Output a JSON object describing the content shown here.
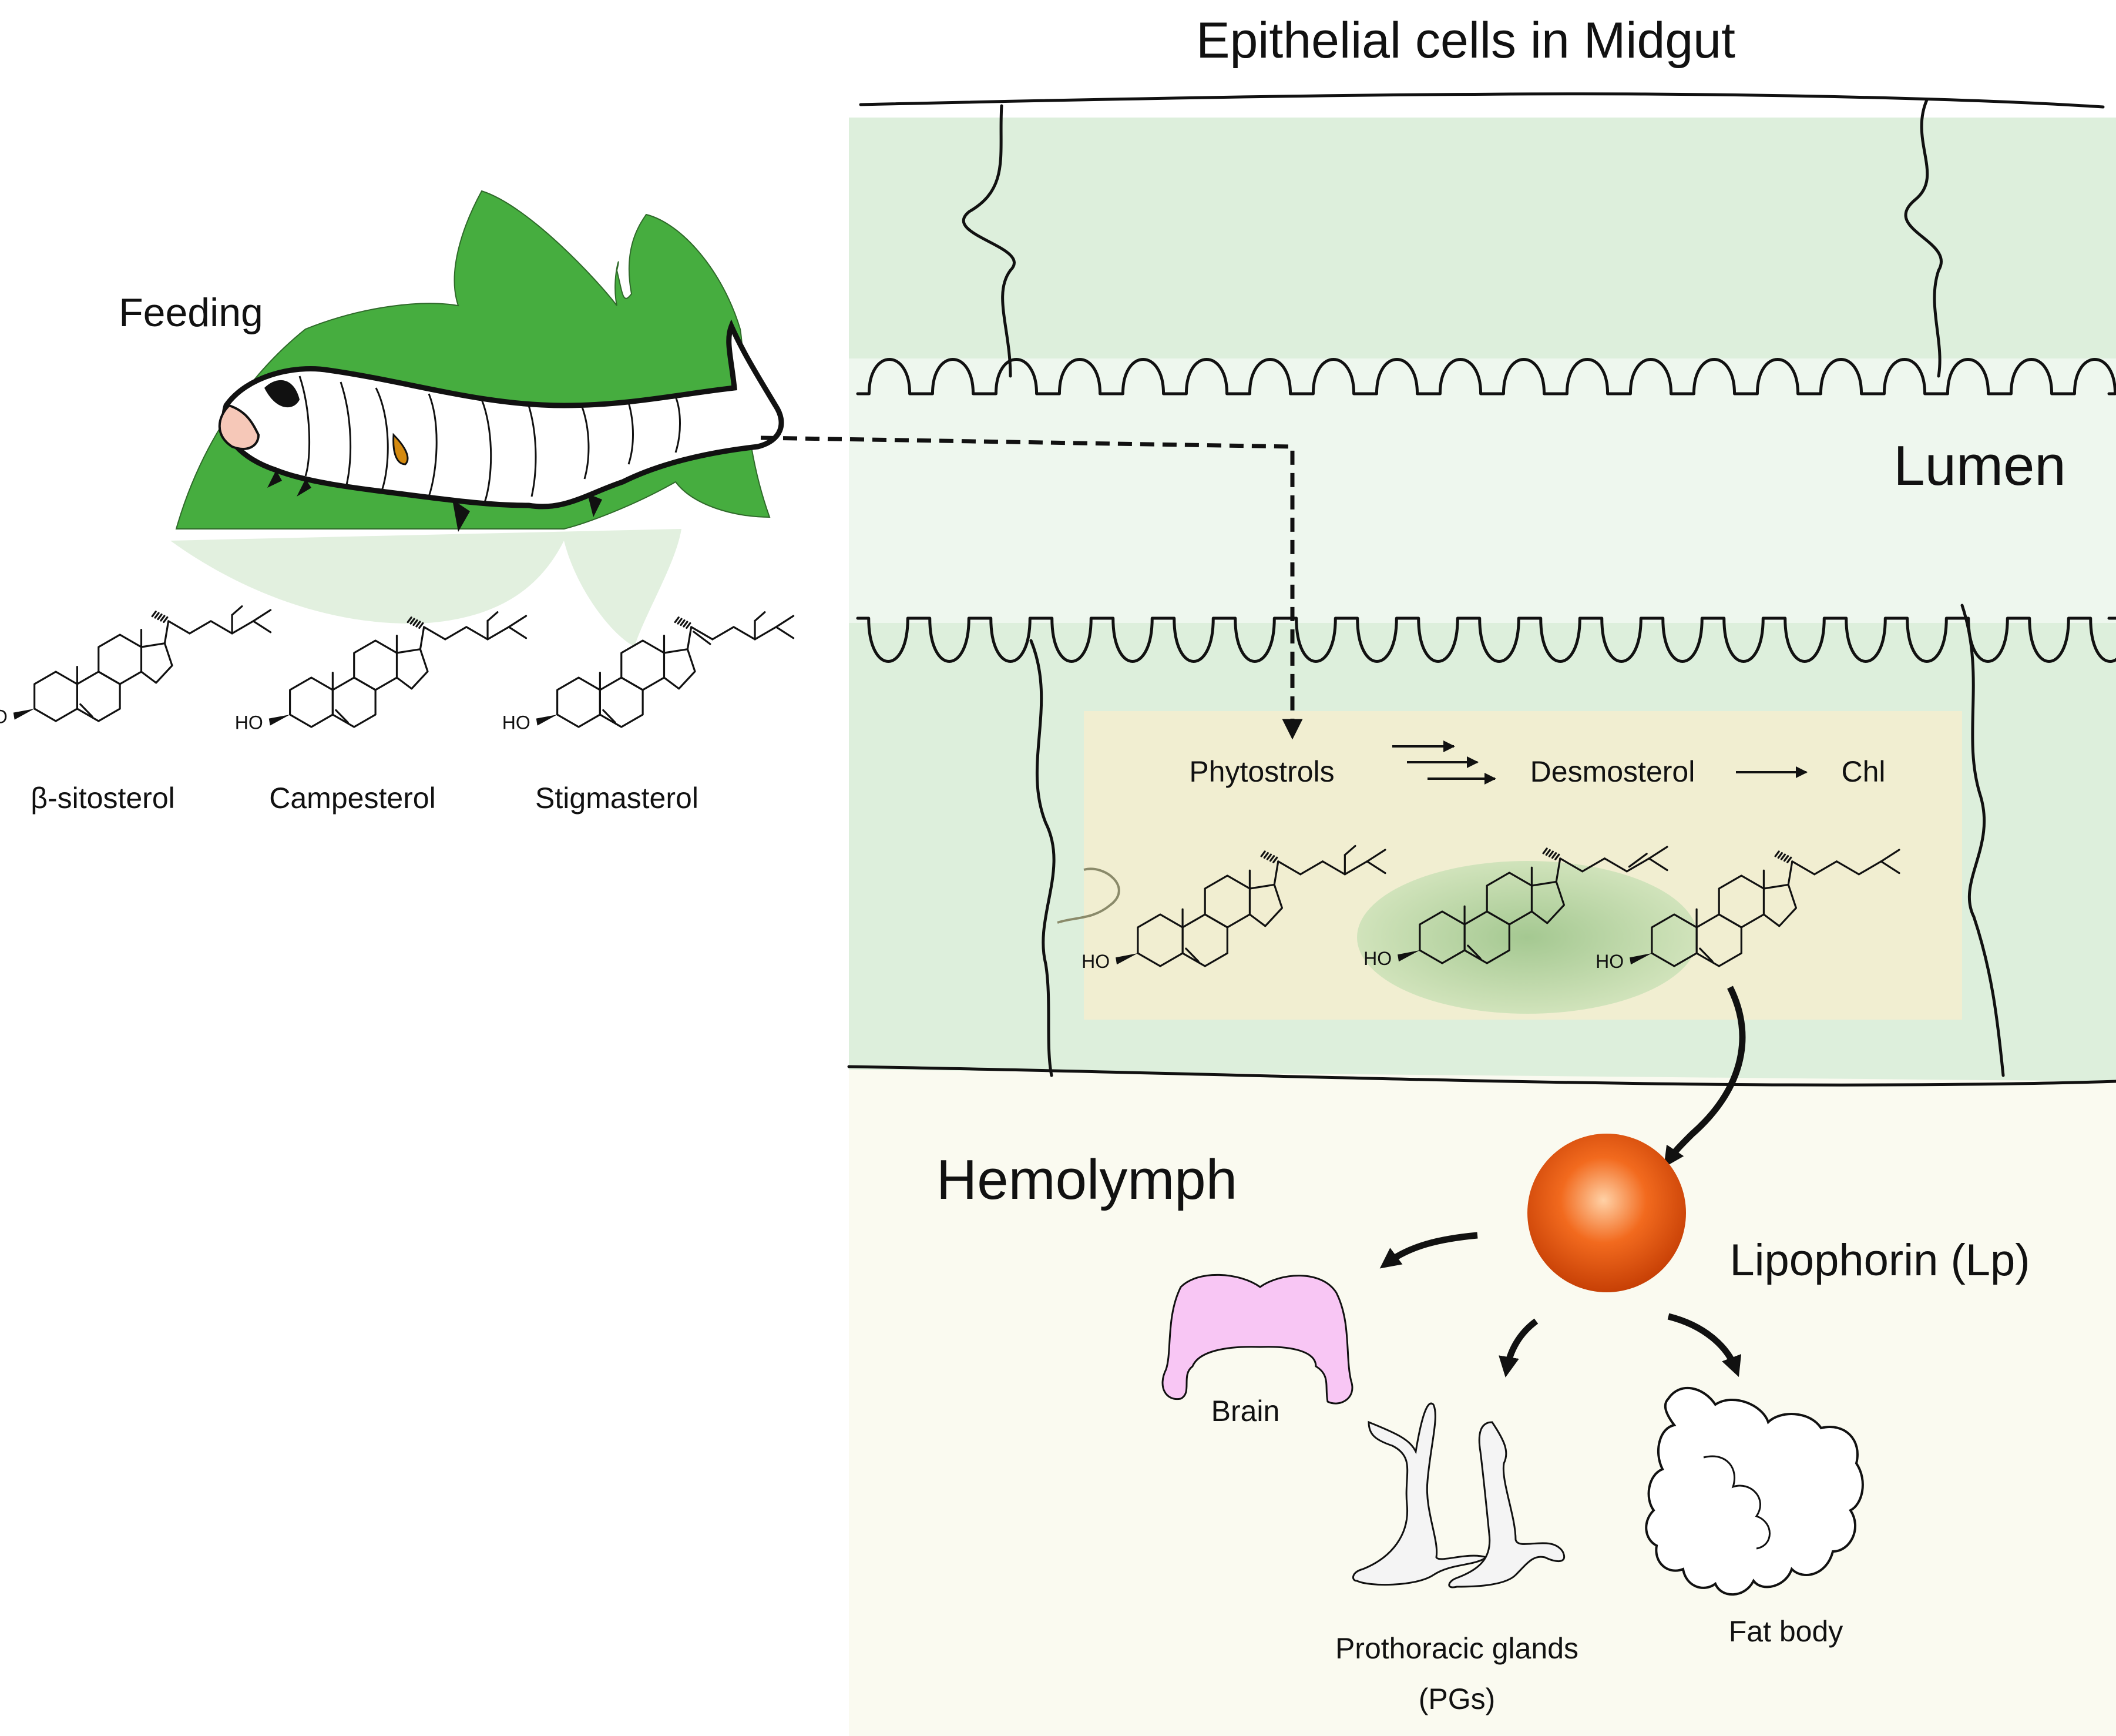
{
  "title": "Epithelial cells in Midgut",
  "regions": {
    "lumen": "Lumen",
    "hemolymph": "Hemolymph"
  },
  "feeding": {
    "label": "Feeding",
    "sterols": [
      "β-sitosterol",
      "Campesterol",
      "Stigmasterol"
    ]
  },
  "pathway": {
    "phytosterols": "Phytostrols",
    "desmosterol": "Desmosterol",
    "cholesterol": "Chl"
  },
  "structure_labels": {
    "hydroxyl": "HO"
  },
  "carrier": "Lipophorin (Lp)",
  "targets": {
    "brain": "Brain",
    "pg_line1": "Prothoracic glands",
    "pg_line2": "(PGs)",
    "fat_body": "Fat body"
  },
  "colors": {
    "midgut_cell": "#ddefdc",
    "lumen": "#eef7ee",
    "hemolymph": "#fafaf0",
    "highlight_box": "#f2eecf",
    "leaf": "#46ad3f",
    "brain": "#f8c6f4",
    "lipophorin": "#e85a12"
  }
}
